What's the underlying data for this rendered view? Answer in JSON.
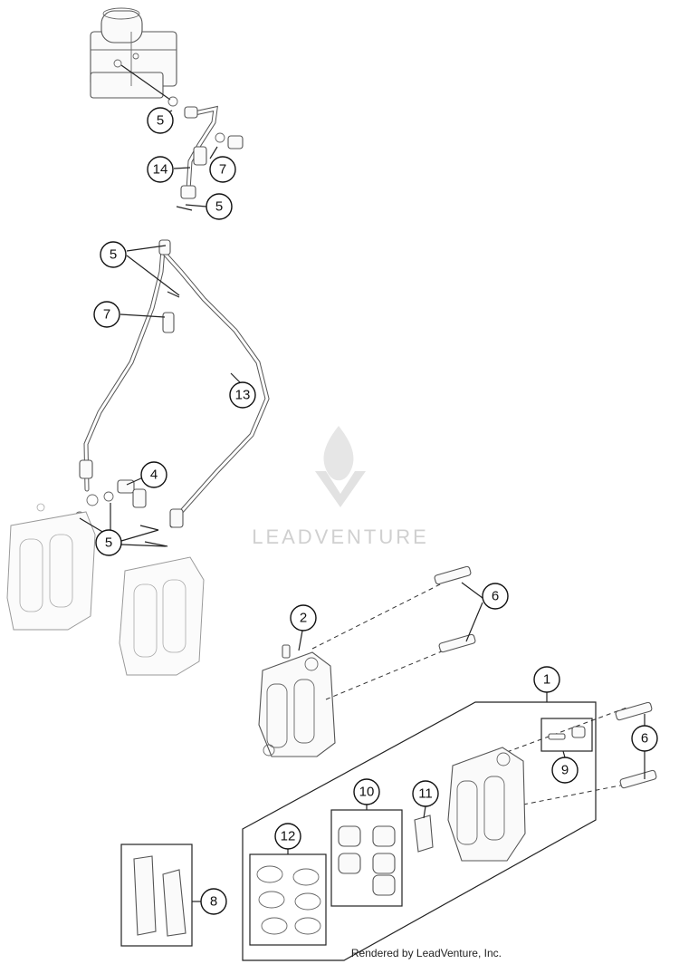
{
  "diagram": {
    "callouts": {
      "abs_ring_top": "5",
      "abs_hose": "14",
      "abs_banjo": "7",
      "abs_ring_bottom": "5",
      "upper_ring": "5",
      "upper_banjo": "7",
      "long_hose": "13",
      "banjo_bolt": "4",
      "lower_rings": "5",
      "caliper_left": "2",
      "pins_upper": "6",
      "caliper_kit": "1",
      "bleeder_kit": "9",
      "pins_right": "6",
      "piston_kit": "10",
      "spring_plate": "11",
      "seal_kit": "12",
      "brake_pads": "8"
    },
    "watermark": "LEADVENTURE",
    "footer": "Rendered by LeadVenture, Inc.",
    "colors": {
      "line": "#222222",
      "part_fill": "#fafafa",
      "watermark": "#d0d0d0"
    }
  }
}
